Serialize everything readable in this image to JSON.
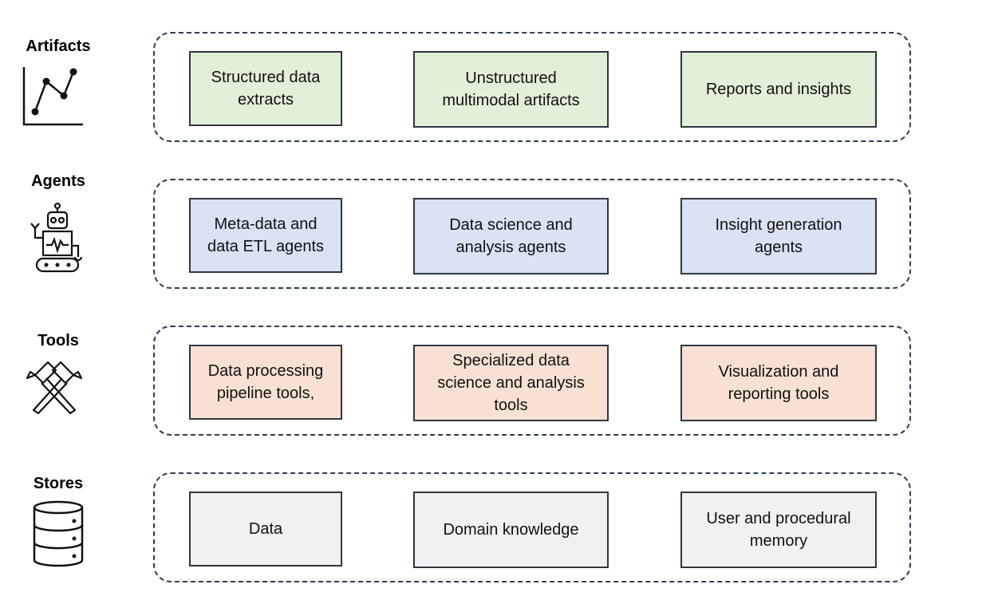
{
  "layers": [
    {
      "label": "Artifacts",
      "icon": "line-chart-icon",
      "color": "#e2f0d9",
      "items": [
        "Structured data\nextracts",
        "Unstructured\nmultimodal artifacts",
        "Reports and insights"
      ]
    },
    {
      "label": "Agents",
      "icon": "robot-icon",
      "color": "#dae3f3",
      "items": [
        "Meta-data and\ndata ETL agents",
        "Data science and\nanalysis agents",
        "Insight generation\nagents"
      ]
    },
    {
      "label": "Tools",
      "icon": "hammers-icon",
      "color": "#f8e1d4",
      "items": [
        "Data processing\npipeline tools,",
        "Specialized data\nscience and analysis\ntools",
        "Visualization and\nreporting tools"
      ]
    },
    {
      "label": "Stores",
      "icon": "database-icon",
      "color": "#f1f1f1",
      "items": [
        "Data",
        "Domain knowledge",
        "User and procedural\nmemory"
      ]
    }
  ]
}
